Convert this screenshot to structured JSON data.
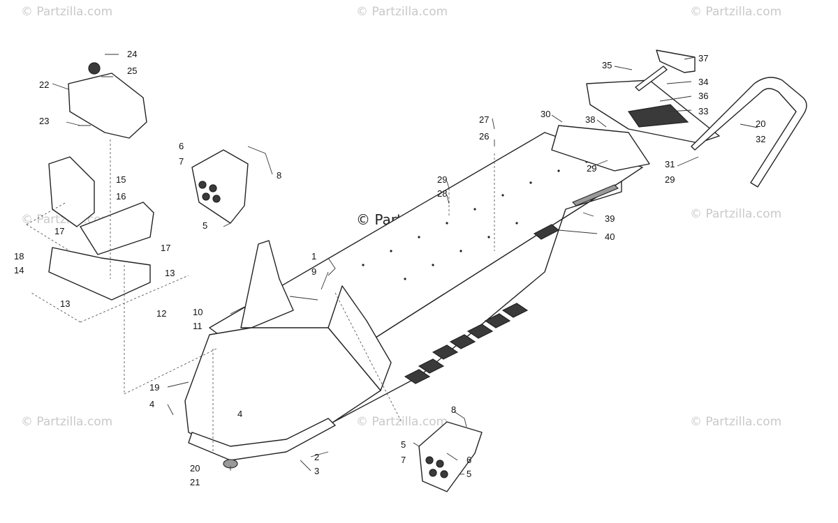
{
  "watermarks": {
    "top_left": "© Partzilla.com",
    "top_center": "© Partzilla.com",
    "top_right": "© Partzilla.com",
    "center": "© Partzilla.com",
    "mid_left": "© Partzilla.com",
    "mid_right": "© Partzilla.com",
    "bottom_left": "© Partzilla.com",
    "bottom_center": "© Partzilla.com",
    "bottom_right": "© Partzilla.com"
  },
  "callouts": {
    "c1": "1",
    "c2": "2",
    "c3": "3",
    "c4a": "4",
    "c4b": "4",
    "c5a": "5",
    "c5b": "5",
    "c5c": "5",
    "c6a": "6",
    "c6b": "6",
    "c7a": "7",
    "c7b": "7",
    "c8a": "8",
    "c8b": "8",
    "c9": "9",
    "c10": "10",
    "c11": "11",
    "c12": "12",
    "c13a": "13",
    "c13b": "13",
    "c14": "14",
    "c15": "15",
    "c16": "16",
    "c17a": "17",
    "c17b": "17",
    "c18": "18",
    "c19": "19",
    "c20a": "20",
    "c20b": "20",
    "c21": "21",
    "c22": "22",
    "c23": "23",
    "c24": "24",
    "c25": "25",
    "c26": "26",
    "c27": "27",
    "c28": "28",
    "c29a": "29",
    "c29b": "29",
    "c29c": "29",
    "c30": "30",
    "c31": "31",
    "c32": "32",
    "c33": "33",
    "c34": "34",
    "c35": "35",
    "c36": "36",
    "c37": "37",
    "c38": "38",
    "c39": "39",
    "c40": "40"
  }
}
